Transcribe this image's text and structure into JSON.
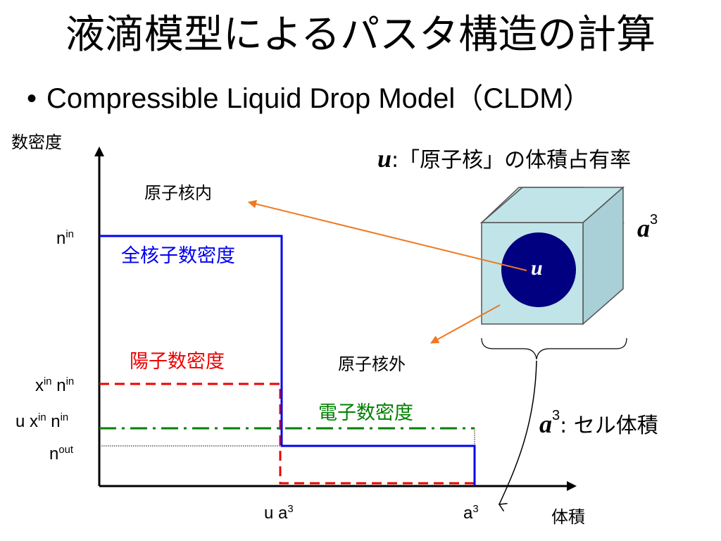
{
  "slide": {
    "title": "液滴模型によるパスタ構造の計算",
    "bullet": "Compressible Liquid Drop Model（CLDM）"
  },
  "axes": {
    "y_label": "数密度",
    "x_label": "体積",
    "y_ticks": {
      "n_in_base": "n",
      "n_in_sup": "in",
      "xn_x": "x",
      "xn_x_sup": "in",
      "xn_n": " n",
      "xn_n_sup": "in",
      "uxn_ux": "u x",
      "uxn_ux_sup": "in",
      "uxn_n": " n",
      "uxn_n_sup": "in",
      "n_out_base": "n",
      "n_out_sup": "out"
    },
    "x_ticks": {
      "ua3_base": "u a",
      "ua3_sup": "3",
      "a3_base": "a",
      "a3_sup": "3"
    }
  },
  "series_labels": {
    "total": "全核子数密度",
    "proton": "陽子数密度",
    "electron": "電子数密度"
  },
  "annotations": {
    "inside_nucleus": "原子核内",
    "outside_nucleus": "原子核外",
    "u_def_symbol": "u",
    "u_def_text": ":「原子核」の体積占有率",
    "cube_a": "a",
    "cube_a_sup": "3",
    "sphere_u": "u",
    "cell_a": "a",
    "cell_a_sup": "3",
    "cell_text": ": セル体積"
  },
  "colors": {
    "total": "#0000ee",
    "proton": "#ee0000",
    "electron": "#008000",
    "arrow": "#f07820",
    "cube_face": "#c0e4e8",
    "sphere": "#000080"
  }
}
